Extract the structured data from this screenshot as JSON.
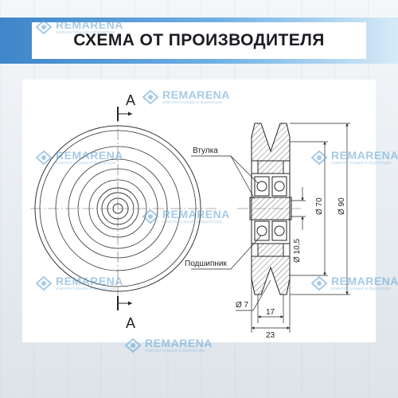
{
  "header": {
    "title": "СХЕМА ОТ ПРОИЗВОДИТЕЛЯ"
  },
  "watermark": {
    "name": "REMARENA",
    "tagline": "комплектующие и фурнитура"
  },
  "drawing": {
    "section_label": "A",
    "label_bushing": "Втулка",
    "label_bearing": "Подшипник",
    "dim_70": "Ø 70",
    "dim_90": "Ø 90",
    "dim_10_5": "Ø 10,5",
    "dim_7": "Ø 7",
    "dim_17": "17",
    "dim_23": "23"
  },
  "colors": {
    "accent": "#3e86c9",
    "watermark": "#5fa0d4",
    "ink": "#1b1d22"
  }
}
